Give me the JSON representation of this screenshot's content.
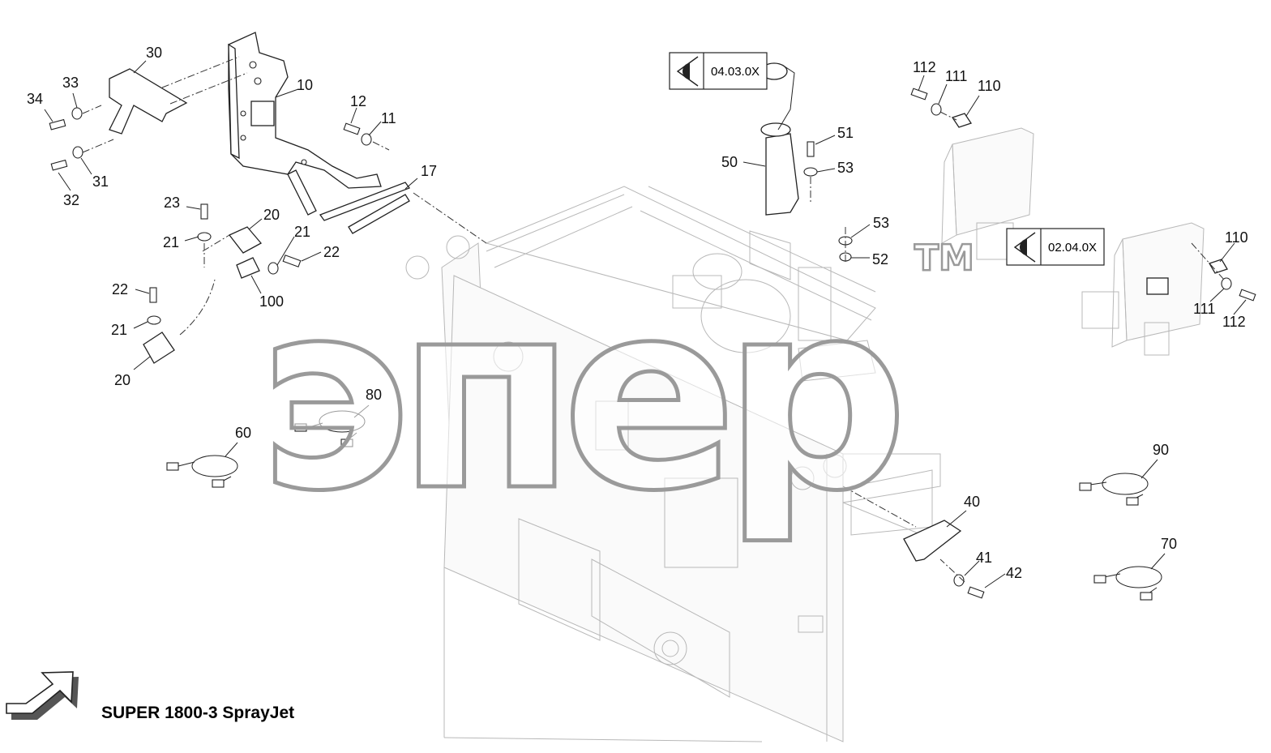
{
  "title": "SUPER 1800-3 SprayJet",
  "watermark": {
    "text": "эпер",
    "tm": "TM"
  },
  "references": [
    {
      "id": "ref-04030x",
      "label": "04.03.0X"
    },
    {
      "id": "ref-02040x",
      "label": "02.04.0X"
    }
  ],
  "callouts": [
    {
      "id": "c30",
      "label": "30"
    },
    {
      "id": "c10",
      "label": "10"
    },
    {
      "id": "c33",
      "label": "33"
    },
    {
      "id": "c34",
      "label": "34"
    },
    {
      "id": "c31",
      "label": "31"
    },
    {
      "id": "c32",
      "label": "32"
    },
    {
      "id": "c12",
      "label": "12"
    },
    {
      "id": "c11",
      "label": "11"
    },
    {
      "id": "c17",
      "label": "17"
    },
    {
      "id": "c23",
      "label": "23"
    },
    {
      "id": "c20a",
      "label": "20"
    },
    {
      "id": "c21a",
      "label": "21"
    },
    {
      "id": "c21b",
      "label": "21"
    },
    {
      "id": "c22a",
      "label": "22"
    },
    {
      "id": "c100",
      "label": "100"
    },
    {
      "id": "c22b",
      "label": "22"
    },
    {
      "id": "c21c",
      "label": "21"
    },
    {
      "id": "c20b",
      "label": "20"
    },
    {
      "id": "c80",
      "label": "80"
    },
    {
      "id": "c60",
      "label": "60"
    },
    {
      "id": "c50",
      "label": "50"
    },
    {
      "id": "c51",
      "label": "51"
    },
    {
      "id": "c53a",
      "label": "53"
    },
    {
      "id": "c53b",
      "label": "53"
    },
    {
      "id": "c52",
      "label": "52"
    },
    {
      "id": "c112a",
      "label": "112"
    },
    {
      "id": "c111a",
      "label": "111"
    },
    {
      "id": "c110a",
      "label": "110"
    },
    {
      "id": "c110b",
      "label": "110"
    },
    {
      "id": "c111b",
      "label": "111"
    },
    {
      "id": "c112b",
      "label": "112"
    },
    {
      "id": "c90",
      "label": "90"
    },
    {
      "id": "c40",
      "label": "40"
    },
    {
      "id": "c41",
      "label": "41"
    },
    {
      "id": "c42",
      "label": "42"
    },
    {
      "id": "c70",
      "label": "70"
    }
  ]
}
